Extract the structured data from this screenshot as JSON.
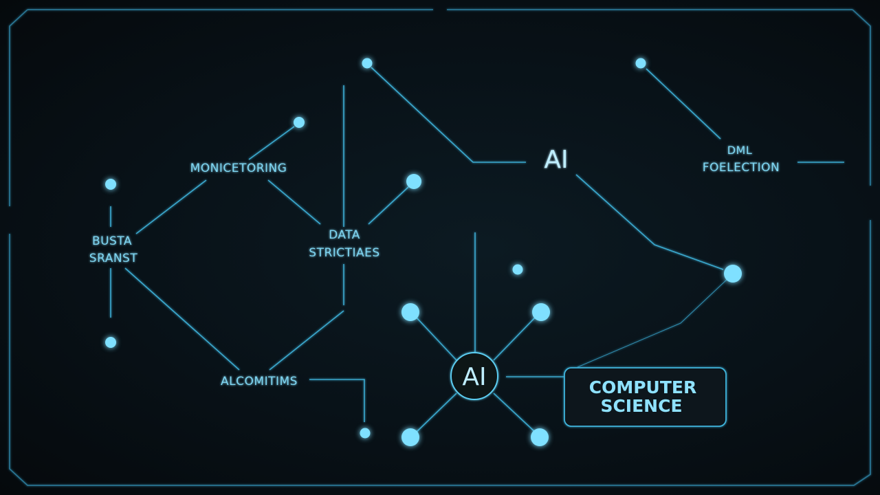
{
  "labels": {
    "monitoring": "MONICETORING",
    "data_structures_line1": "DATA",
    "data_structures_line2": "STRICTIAES",
    "data_analyst_line1": "BUSTA",
    "data_analyst_line2": "SRANST",
    "algorithms": "ALCOMITIMS",
    "ai_top": "AI",
    "dml_line1": "DML",
    "dml_line2": "FOELECTION",
    "ai_hub": "AI",
    "computer_science_line1": "COMPUTER",
    "computer_science_line2": "SCIENCE"
  },
  "colors": {
    "background": "#081015",
    "line": "#3fb4dc",
    "node": "#7fe0ff",
    "text": "#7fd6f2"
  }
}
